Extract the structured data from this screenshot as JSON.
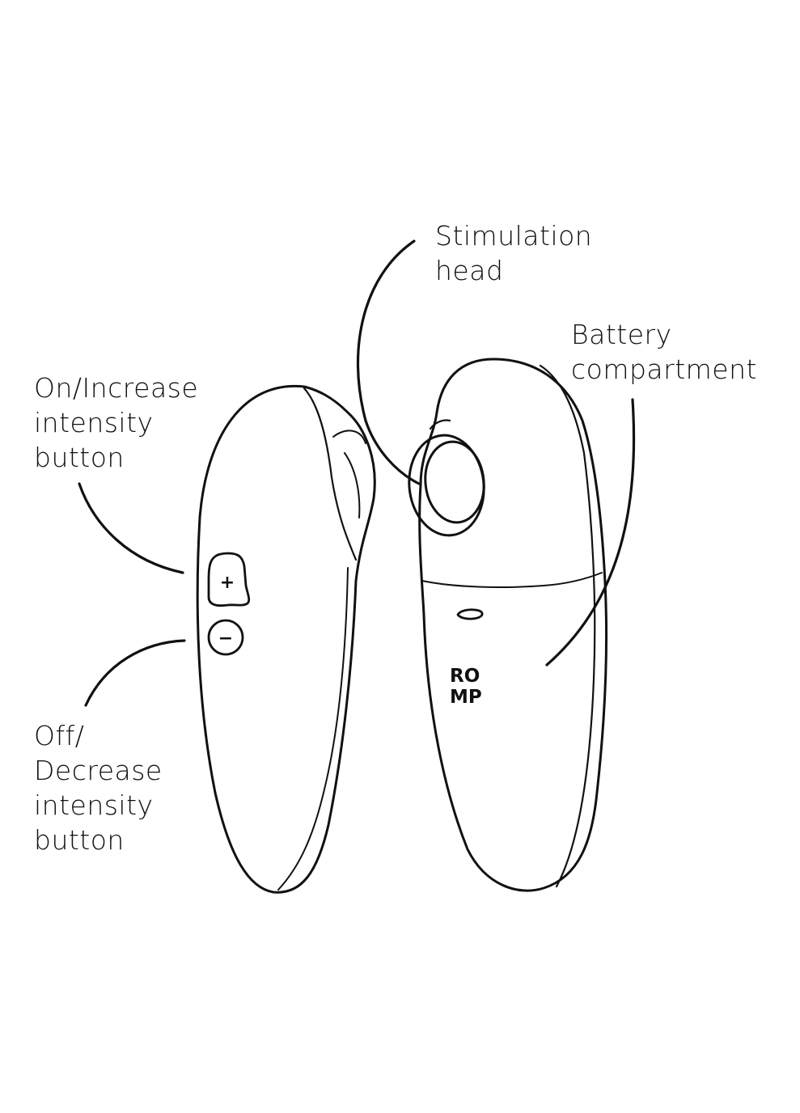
{
  "labels": {
    "stimulation_head": [
      "Stimulation",
      "head"
    ],
    "battery_compartment": [
      "Battery",
      "compartment"
    ],
    "on_increase": [
      "On/Increase",
      "intensity",
      "button"
    ],
    "off_decrease": [
      "Off/",
      "Decrease",
      "intensity",
      "button"
    ]
  },
  "device": {
    "plus_symbol": "+",
    "minus_symbol": "−",
    "logo_line1": "RO",
    "logo_line2": "MP"
  },
  "colors": {
    "line": "#111111",
    "background": "#ffffff"
  }
}
